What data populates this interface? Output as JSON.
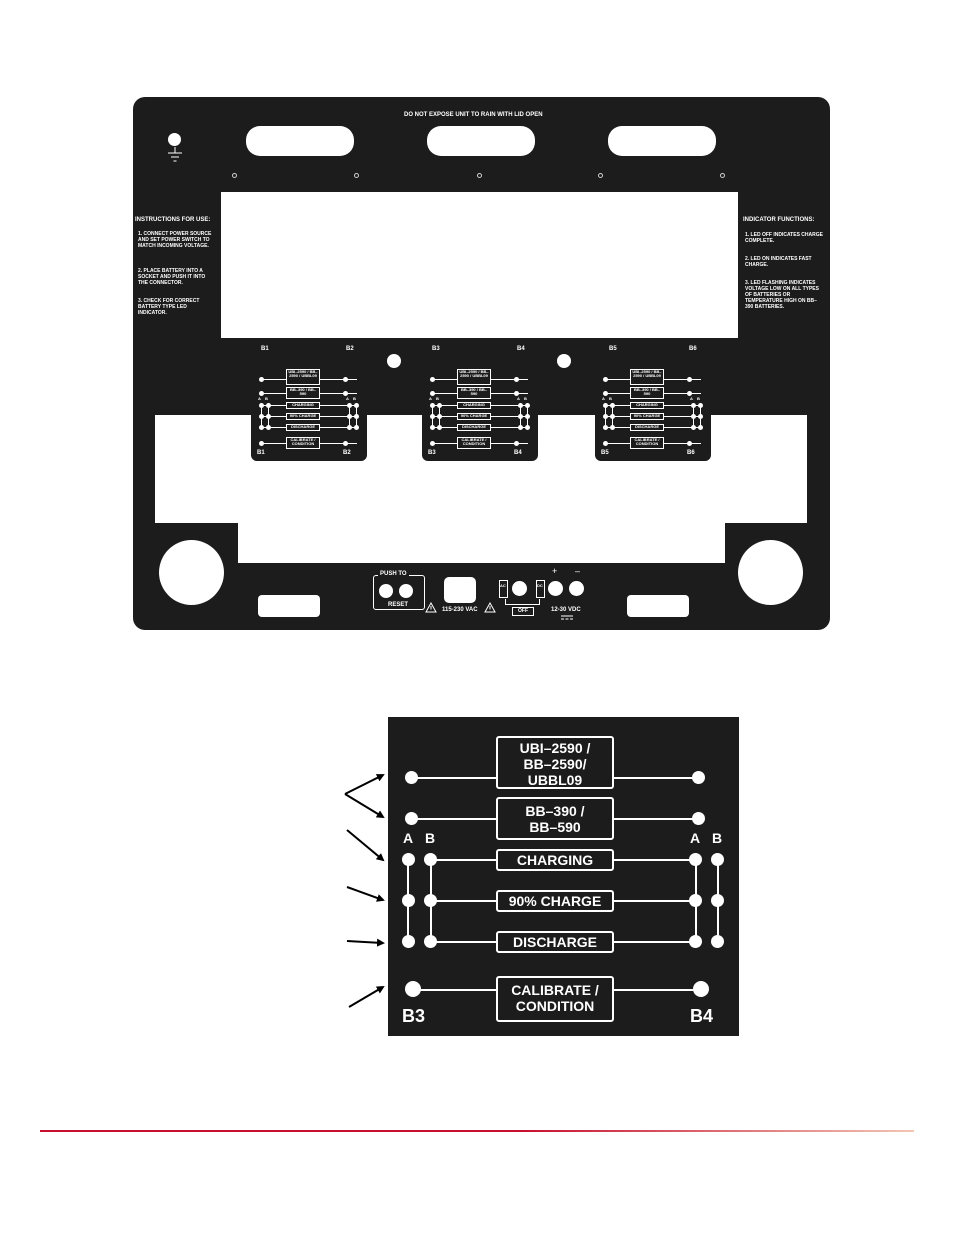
{
  "panel": {
    "warning_top": "DO NOT EXPOSE UNIT TO RAIN WITH LID OPEN",
    "instructions": {
      "title": "INSTRUCTIONS FOR USE:",
      "steps": [
        "1.  CONNECT POWER SOURCE AND SET POWER SWITCH TO MATCH INCOMING VOLTAGE.",
        "2.  PLACE BATTERY INTO A SOCKET AND PUSH IT INTO THE CONNECTOR.",
        "3.  CHECK FOR CORRECT BATTERY TYPE LED INDICATOR."
      ]
    },
    "indicator_functions": {
      "title": "INDICATOR FUNCTIONS:",
      "items": [
        "1.  LED OFF INDICATES CHARGE COMPLETE.",
        "2.  LED ON INDICATES FAST CHARGE.",
        "3.  LED FLASHING INDICATES VOLTAGE LOW ON ALL TYPES OF BATTERIES OR TEMPERATURE HIGH ON BB–390 BATTERIES."
      ]
    },
    "bay_labels": [
      "B1",
      "B2",
      "B3",
      "B4",
      "B5",
      "B6"
    ],
    "modules": [
      {
        "left": "B1",
        "right": "B2"
      },
      {
        "left": "B3",
        "right": "B4"
      },
      {
        "left": "B5",
        "right": "B6"
      }
    ],
    "module_labels": {
      "type1": "UBI–2590 / BB–2590 / UBBL09",
      "type2": "BB–390 / BB–590",
      "charging": "CHARGING",
      "charge90": "90% CHARGE",
      "discharge": "DISCHARGE",
      "calibrate": "CALIBRATE / CONDITION",
      "a": "A",
      "b": "B"
    },
    "controls": {
      "push_to": "PUSH  TO",
      "reset": "RESET",
      "ac_voltage": "115-230 VAC",
      "ac": "AC",
      "dc": "DC",
      "off": "OFF",
      "dc_voltage": "12-30 VDC",
      "plus": "+",
      "minus": "–"
    }
  },
  "detail": {
    "type1_l1": "UBI–2590 /",
    "type1_l2": "BB–2590/",
    "type1_l3": "UBBL09",
    "type2_l1": "BB–390 /",
    "type2_l2": "BB–590",
    "charging": "CHARGING",
    "charge90": "90% CHARGE",
    "discharge": "DISCHARGE",
    "calibrate_l1": "CALIBRATE /",
    "calibrate_l2": "CONDITION",
    "a": "A",
    "b": "B",
    "left_bay": "B3",
    "right_bay": "B4"
  },
  "colors": {
    "panel": "#1c1c1c",
    "marking": "#ffffff",
    "rule_start": "#c8102e",
    "rule_end": "#f2c6b4"
  }
}
